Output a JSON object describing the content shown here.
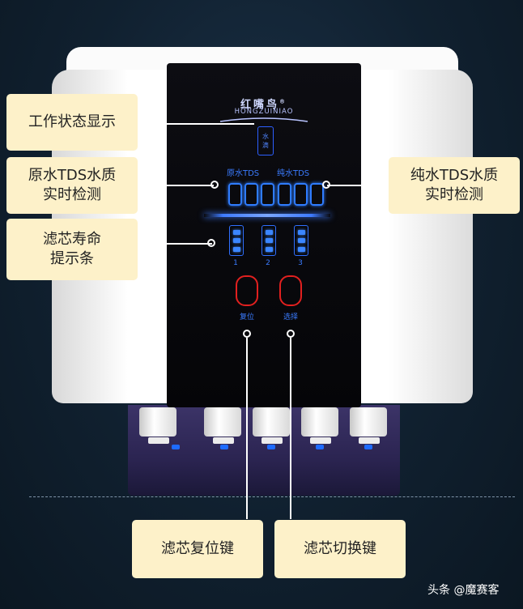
{
  "device": {
    "brand_cn": "红嘴鸟",
    "brand_mark": "®",
    "brand_en": "HONGZUINIAO",
    "status_icon_text": "水\n滴",
    "raw_tds_label": "原水TDS",
    "pure_tds_label": "纯水TDS",
    "filter_numbers": [
      "1",
      "2",
      "3"
    ],
    "reset_label": "复位",
    "select_label": "选择"
  },
  "callouts": {
    "work_status": "工作状态显示",
    "raw_tds": "原水TDS水质\n实时检测",
    "pure_tds": "纯水TDS水质\n实时检测",
    "filter_life": "滤芯寿命\n提示条",
    "reset_key": "滤芯复位键",
    "switch_key": "滤芯切换键"
  },
  "watermark": "头条 @魔赛客",
  "colors": {
    "callout_bg": "#fdf1c9",
    "panel_blue": "#2f7cff",
    "button_red": "#e2201f",
    "background": "#10202f"
  }
}
